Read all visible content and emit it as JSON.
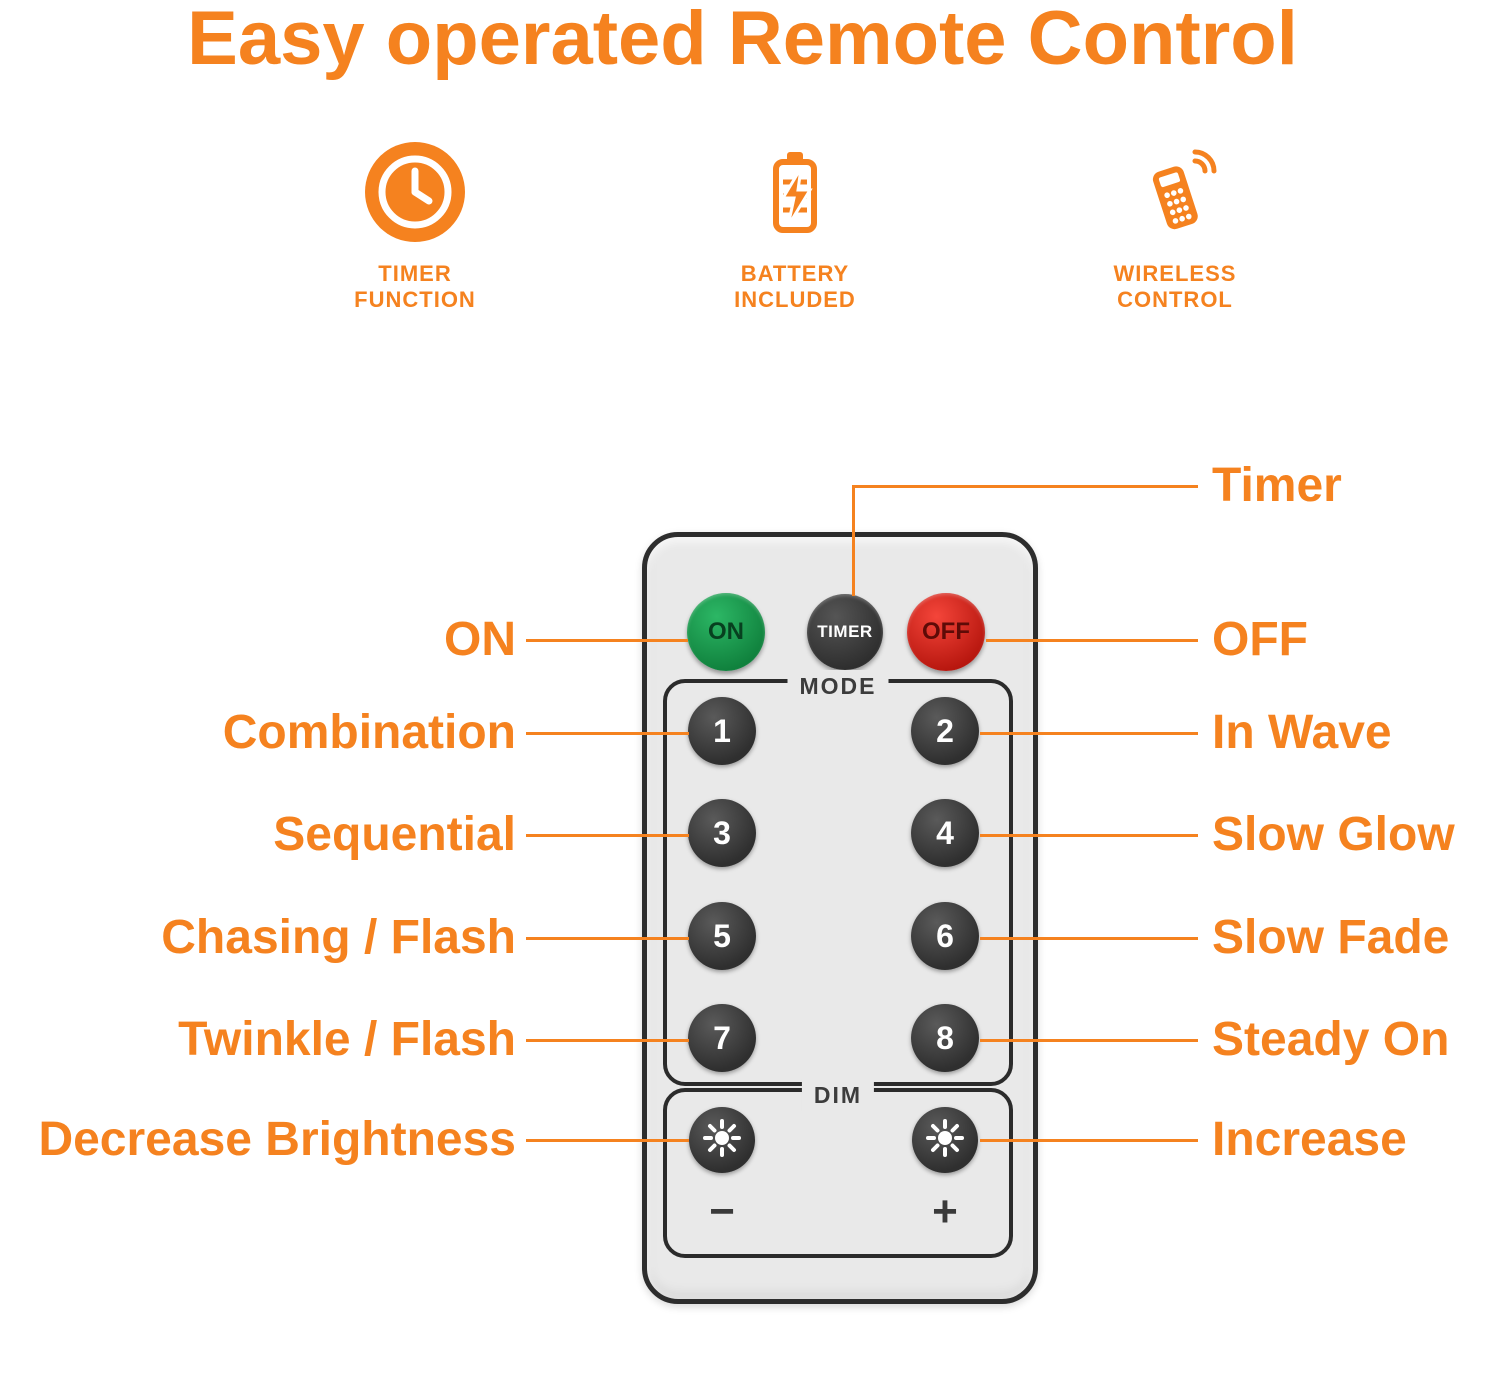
{
  "title": "Easy operated Remote Control",
  "features": [
    {
      "icon": "timer-clock-icon",
      "line1": "TIMER",
      "line2": "FUNCTION"
    },
    {
      "icon": "battery-icon",
      "line1": "BATTERY",
      "line2": "INCLUDED"
    },
    {
      "icon": "wireless-remote-icon",
      "line1": "WIRELESS",
      "line2": "CONTROL"
    }
  ],
  "remote": {
    "on_button": "ON",
    "timer_button": "TIMER",
    "off_button": "OFF",
    "mode_label": "MODE",
    "mode_buttons": [
      "1",
      "2",
      "3",
      "4",
      "5",
      "6",
      "7",
      "8"
    ],
    "dim_label": "DIM",
    "dim_minus": "−",
    "dim_plus": "+"
  },
  "callouts": {
    "left": [
      {
        "label": "ON"
      },
      {
        "label": "Combination"
      },
      {
        "label": "Sequential"
      },
      {
        "label": "Chasing / Flash"
      },
      {
        "label": "Twinkle / Flash"
      },
      {
        "label": "Decrease Brightness"
      }
    ],
    "right": [
      {
        "label": "Timer"
      },
      {
        "label": "OFF"
      },
      {
        "label": "In Wave"
      },
      {
        "label": "Slow Glow"
      },
      {
        "label": "Slow Fade"
      },
      {
        "label": "Steady On"
      },
      {
        "label": "Increase"
      }
    ]
  },
  "colors": {
    "accent": "#F5821F",
    "on_green": "#169A4B",
    "off_red": "#E1251B",
    "button_dark": "#3A3A3A",
    "remote_body": "#E9E9E9"
  }
}
